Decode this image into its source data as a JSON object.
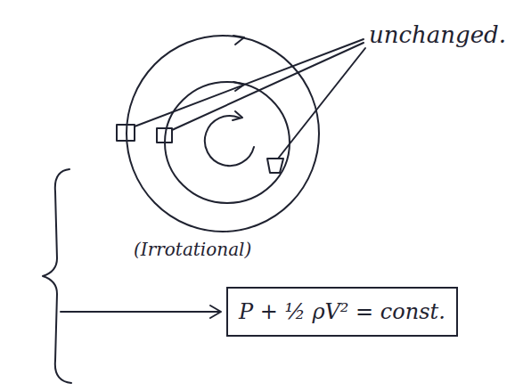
{
  "diagram": {
    "nodes": [
      {
        "text": [
          "P + ½ ρV² = const."
        ]
      }
    ],
    "labels": [
      "unchanged.",
      "(Irrotational)"
    ]
  }
}
